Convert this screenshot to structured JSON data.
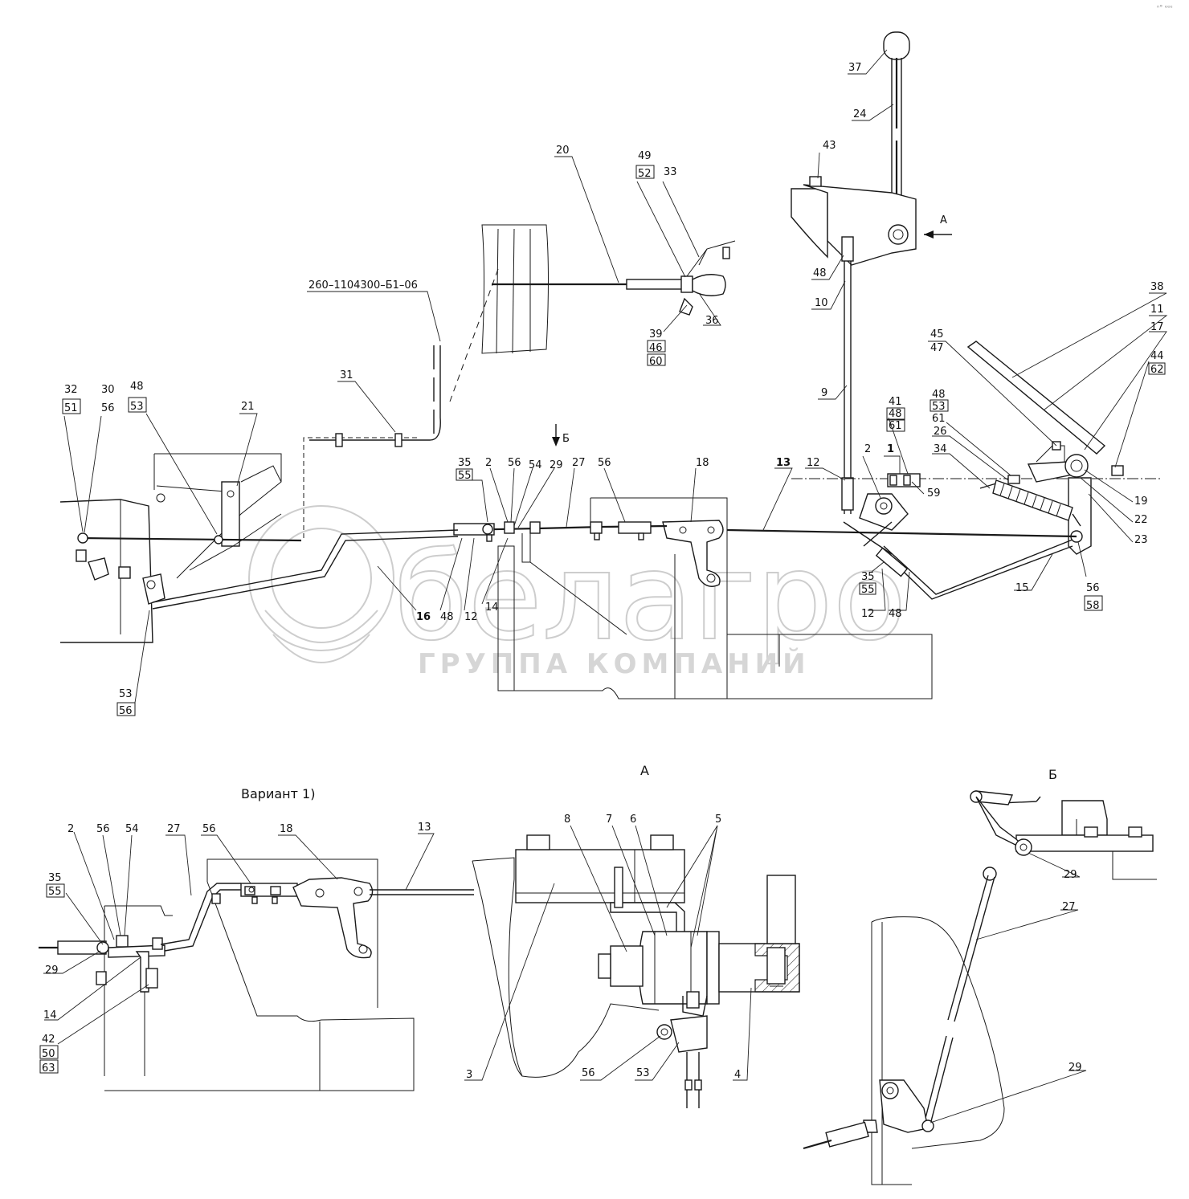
{
  "watermark": {
    "logo_text": "белагро",
    "caption": "ГРУППА КОМПАНИЙ"
  },
  "views": {
    "main": {
      "label": "",
      "arrow_a": "А",
      "arrow_b": "Б"
    },
    "variant": {
      "title": "Вариант 1)"
    },
    "view_a": {
      "title": "А"
    },
    "view_b": {
      "title": "Б"
    }
  },
  "corner_tag": "ⁿ° ᵉᵉᵉ",
  "callouts": {
    "main": {
      "c37": "37",
      "c24": "24",
      "c43": "43",
      "cA": "А",
      "c48a": "48",
      "c10": "10",
      "c38": "38",
      "c11": "11",
      "c17": "17",
      "c45": "45",
      "c47": "47",
      "c44": "44",
      "c62": "62",
      "c20": "20",
      "c49": "49",
      "c52": "52",
      "c33": "33",
      "c39": "39",
      "c46": "46",
      "c60": "60",
      "c36": "36",
      "c260": "260–1104300–Б1–06",
      "c31": "31",
      "c9": "9",
      "c41": "41",
      "c48b": "48",
      "c61a": "61",
      "c48c": "48",
      "c53a": "53",
      "c61b": "61",
      "c26": "26",
      "c34": "34",
      "c32": "32",
      "c51": "51",
      "c30": "30",
      "c56a": "56",
      "c48d": "48",
      "c53b": "53",
      "c21": "21",
      "cB": "Б",
      "c35a": "35",
      "c55a": "55",
      "c2a": "2",
      "c56b": "56",
      "c54a": "54",
      "c29a": "29",
      "c27a": "27",
      "c56c": "56",
      "c18a": "18",
      "c13a": "13",
      "c12a": "12",
      "c2b": "2",
      "c1": "1",
      "c59": "59",
      "c19": "19",
      "c22": "22",
      "c23": "23",
      "c35b": "35",
      "c55b": "55",
      "c12b": "12",
      "c48e": "48",
      "c15": "15",
      "c56d": "56",
      "c58": "58",
      "c16": "16",
      "c48f": "48",
      "c12c": "12",
      "c14a": "14",
      "c53c": "53",
      "c56e": "56"
    },
    "variant": {
      "c2": "2",
      "c56a": "56",
      "c54": "54",
      "c27": "27",
      "c56b": "56",
      "c18": "18",
      "c13": "13",
      "c35": "35",
      "c55": "55",
      "c29": "29",
      "c14": "14",
      "c42": "42",
      "c50": "50",
      "c63": "63"
    },
    "view_a": {
      "c8": "8",
      "c7": "7",
      "c6": "6",
      "c5": "5",
      "c3": "3",
      "c56": "56",
      "c53": "53",
      "c4": "4"
    },
    "view_b": {
      "c29a": "29",
      "c27": "27",
      "c29b": "29"
    }
  }
}
